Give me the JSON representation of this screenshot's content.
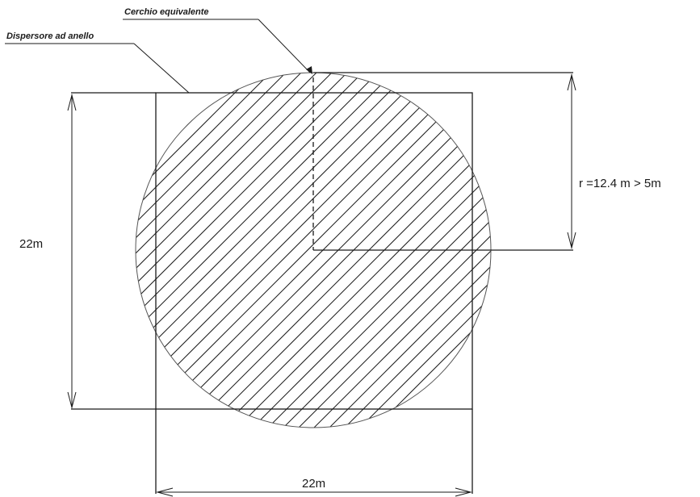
{
  "labels": {
    "circle_callout": "Cerchio equivalente",
    "ring_callout": "Dispersore ad anello",
    "radius": "r =12.4 m > 5m",
    "side_left": "22m",
    "side_bottom": "22m"
  },
  "colors": {
    "line": "#1a1a1a",
    "background": "#ffffff"
  }
}
